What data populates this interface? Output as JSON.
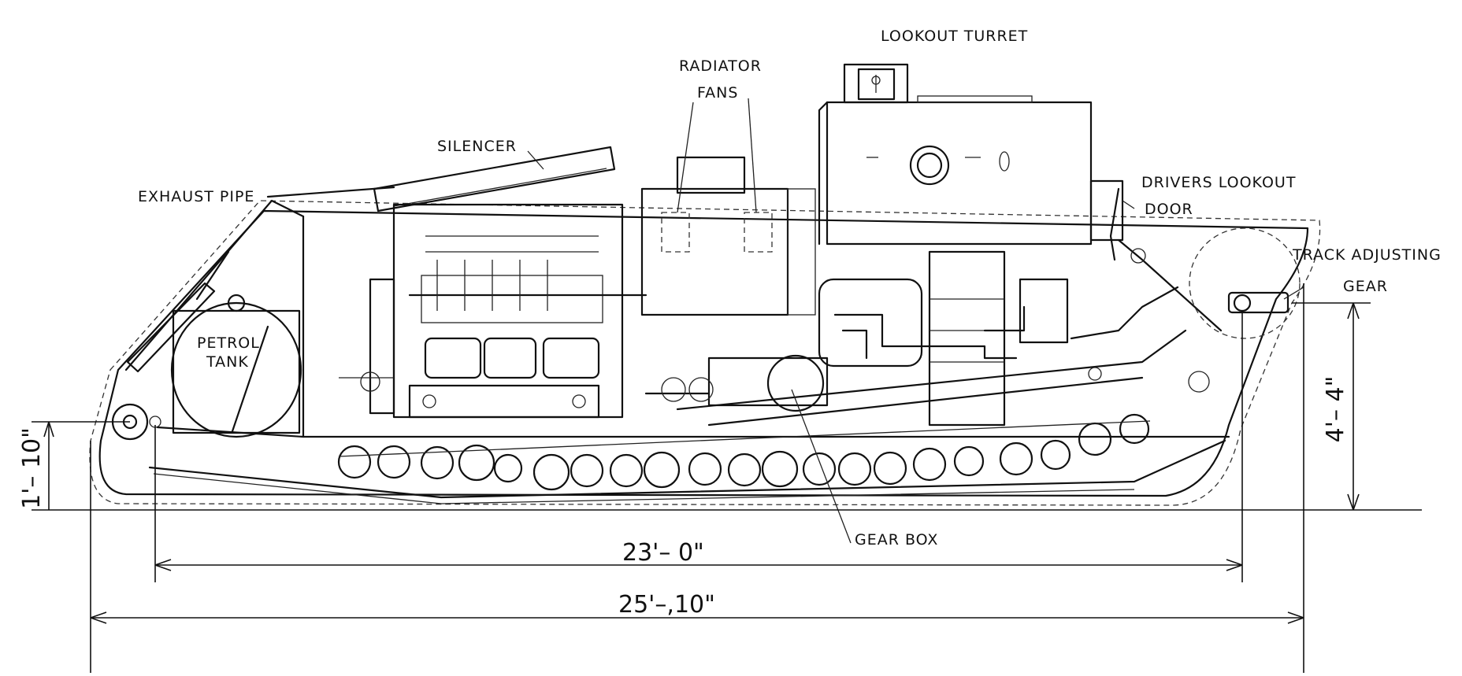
{
  "labels": {
    "lookout_turret": "LOOKOUT TURRET",
    "radiator_fans_1": "RADIATOR",
    "radiator_fans_2": "FANS",
    "silencer": "SILENCER",
    "exhaust_pipe": "EXHAUST PIPE",
    "drivers_door_1": "DRIVERS LOOKOUT",
    "drivers_door_2": "DOOR",
    "track_adjusting_1": "TRACK ADJUSTING",
    "track_adjusting_2": "GEAR",
    "petrol_tank_1": "PETROL",
    "petrol_tank_2": "TANK",
    "gear_box": "GEAR BOX"
  },
  "dimensions": {
    "length_hull": "23'– 0\"",
    "length_overall": "25'–,10\"",
    "height": "4'– 4\"",
    "ground_clearance": "1'– 10\""
  }
}
